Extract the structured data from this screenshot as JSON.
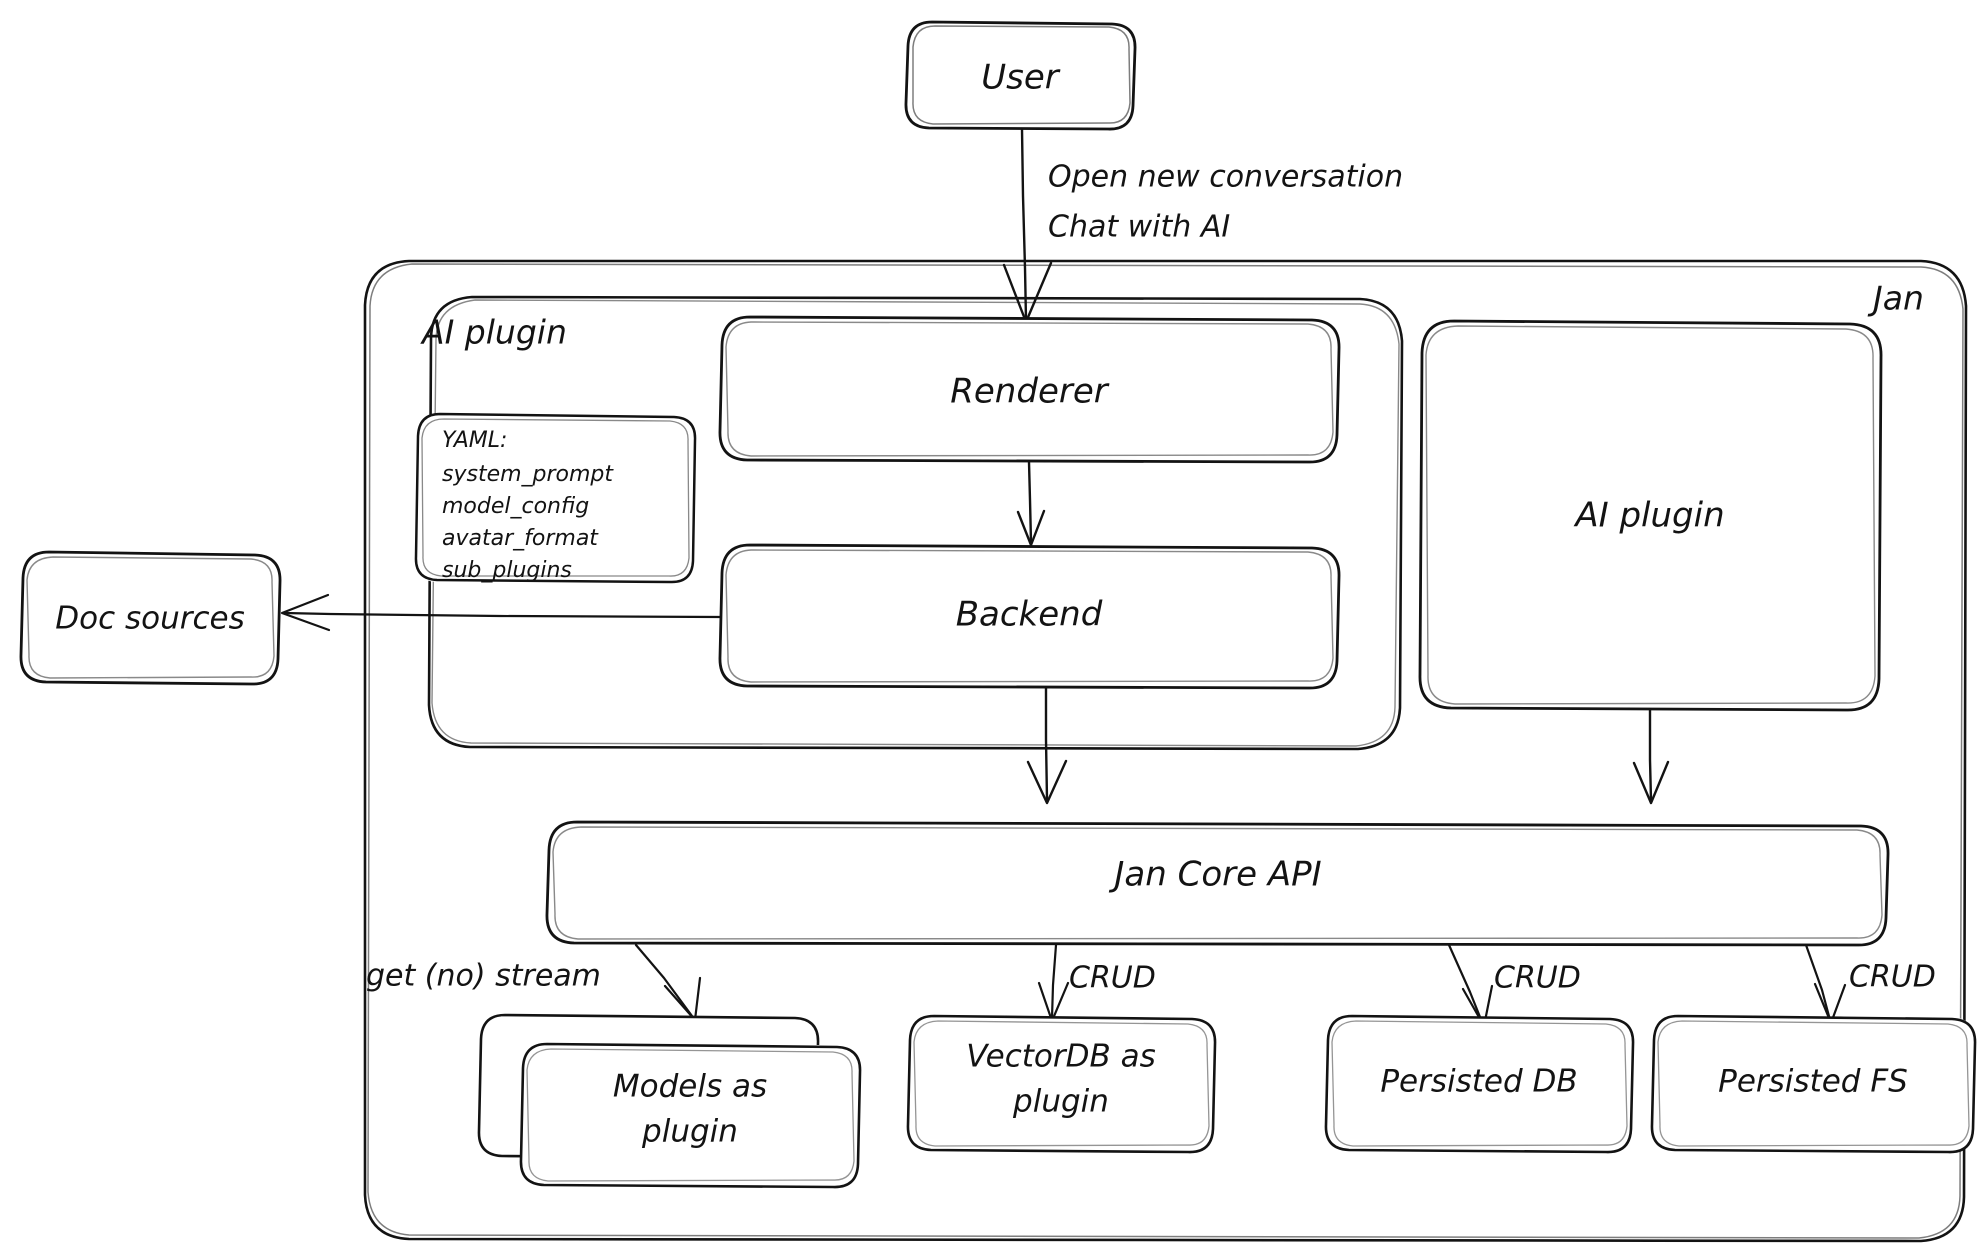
{
  "diagram": {
    "title_style": "hand-drawn architecture diagram",
    "stroke_color": "#131313",
    "background_color": "#ffffff",
    "groups": [
      {
        "id": "jan",
        "label": "Jan"
      },
      {
        "id": "ai-plugin-group",
        "label": "AI plugin"
      }
    ],
    "nodes": {
      "user": "User",
      "renderer": "Renderer",
      "backend": "Backend",
      "ai_plugin_right": "AI plugin",
      "doc_sources": "Doc sources",
      "jan_core_api": "Jan Core API",
      "models_as_plugin": {
        "line1": "Models as",
        "line2": "plugin"
      },
      "vectordb_as_plugin": {
        "line1": "VectorDB as",
        "line2": "plugin"
      },
      "persisted_db": "Persisted DB",
      "persisted_fs": "Persisted FS"
    },
    "yaml_card": {
      "title": "YAML:",
      "items": [
        "system_prompt",
        "model_config",
        "avatar_format",
        "sub_plugins"
      ]
    },
    "edges": [
      {
        "id": "user-to-renderer",
        "from": "user",
        "to": "renderer",
        "label_line1": "Open new conversation",
        "label_line2": "Chat with AI"
      },
      {
        "id": "renderer-to-backend",
        "from": "renderer",
        "to": "backend",
        "label": ""
      },
      {
        "id": "backend-to-doc-sources",
        "from": "backend",
        "to": "doc_sources",
        "label": ""
      },
      {
        "id": "backend-to-core-api",
        "from": "backend",
        "to": "jan_core_api",
        "label": ""
      },
      {
        "id": "ai-plugin-to-core-api",
        "from": "ai_plugin_right",
        "to": "jan_core_api",
        "label": ""
      },
      {
        "id": "core-api-to-models",
        "from": "jan_core_api",
        "to": "models_as_plugin",
        "label": "get (no) stream"
      },
      {
        "id": "core-api-to-vectordb",
        "from": "jan_core_api",
        "to": "vectordb_as_plugin",
        "label": "CRUD"
      },
      {
        "id": "core-api-to-persisted-db",
        "from": "jan_core_api",
        "to": "persisted_db",
        "label": "CRUD"
      },
      {
        "id": "core-api-to-persisted-fs",
        "from": "jan_core_api",
        "to": "persisted_fs",
        "label": "CRUD"
      }
    ]
  }
}
